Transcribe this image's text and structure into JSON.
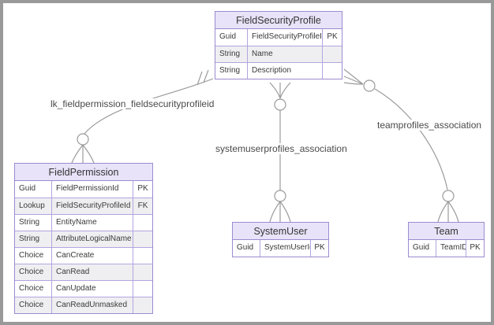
{
  "tables": [
    {
      "name": "FieldSecurityProfile",
      "rows": [
        {
          "type": "Guid",
          "name": "FieldSecurityProfileId",
          "key": "PK"
        },
        {
          "type": "String",
          "name": "Name",
          "key": ""
        },
        {
          "type": "String",
          "name": "Description",
          "key": ""
        }
      ]
    },
    {
      "name": "FieldPermission",
      "rows": [
        {
          "type": "Guid",
          "name": "FieldPermissionId",
          "key": "PK"
        },
        {
          "type": "Lookup",
          "name": "FieldSecurityProfileId",
          "key": "FK"
        },
        {
          "type": "String",
          "name": "EntityName",
          "key": ""
        },
        {
          "type": "String",
          "name": "AttributeLogicalName",
          "key": ""
        },
        {
          "type": "Choice",
          "name": "CanCreate",
          "key": ""
        },
        {
          "type": "Choice",
          "name": "CanRead",
          "key": ""
        },
        {
          "type": "Choice",
          "name": "CanUpdate",
          "key": ""
        },
        {
          "type": "Choice",
          "name": "CanReadUnmasked",
          "key": ""
        }
      ]
    },
    {
      "name": "SystemUser",
      "rows": [
        {
          "type": "Guid",
          "name": "SystemUserId",
          "key": "PK"
        }
      ]
    },
    {
      "name": "Team",
      "rows": [
        {
          "type": "Guid",
          "name": "TeamID",
          "key": "PK"
        }
      ]
    }
  ],
  "relationships": [
    {
      "label": "lk_fieldpermission_fieldsecurityprofileid",
      "from": "FieldSecurityProfile",
      "to": "FieldPermission",
      "from_cardinality": "exactly-one",
      "to_cardinality": "zero-or-many"
    },
    {
      "label": "systemuserprofiles_association",
      "from": "FieldSecurityProfile",
      "to": "SystemUser",
      "from_cardinality": "zero-or-many",
      "to_cardinality": "zero-or-many"
    },
    {
      "label": "teamprofiles_association",
      "from": "FieldSecurityProfile",
      "to": "Team",
      "from_cardinality": "zero-or-many",
      "to_cardinality": "zero-or-many"
    }
  ],
  "colors": {
    "header_bg": "#e8e3f8",
    "table_border": "#9c8bd0",
    "cell_border": "#b3a5de",
    "alt_row_bg": "#efeff1",
    "line": "#9b9b9b",
    "text": "#3a3a3a",
    "label_text": "#4a4a4a",
    "frame": "#999999"
  }
}
